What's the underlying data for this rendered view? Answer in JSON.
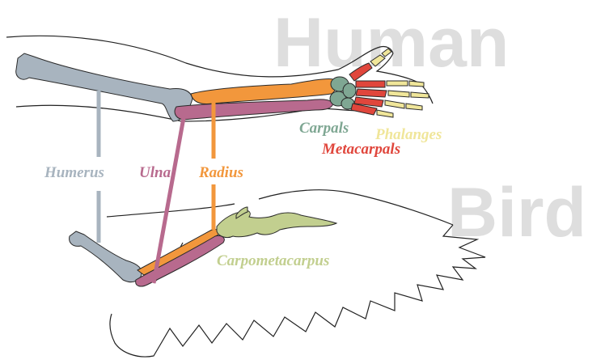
{
  "titles": {
    "human": "Human",
    "bird": "Bird"
  },
  "labels": {
    "humerus": "Humerus",
    "ulna": "Ulna",
    "radius": "Radius",
    "carpals": "Carpals",
    "phalanges": "Phalanges",
    "metacarpals": "Metacarpals",
    "carpometacarpus": "Carpometacarpus"
  },
  "colors": {
    "humerus": "#a8b4bf",
    "ulna": "#b86a8e",
    "radius": "#f2973c",
    "carpals": "#7fa793",
    "phalanges": "#f0e69a",
    "metacarpals": "#e0463c",
    "carpometacarpus": "#c2cf8f",
    "title": "#dedede"
  }
}
